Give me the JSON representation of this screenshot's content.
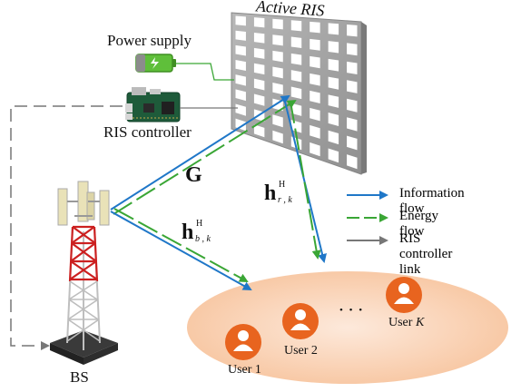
{
  "labels": {
    "active_ris": "Active RIS",
    "power_supply": "Power supply",
    "ris_controller": "RIS controller",
    "bs": "BS",
    "channel_g": "G",
    "h_r_base": "h",
    "h_r_sup": "H",
    "h_r_sub": "r , k",
    "h_b_base": "h",
    "h_b_sup": "H",
    "h_b_sub": "b , k",
    "user1": "User 1",
    "user2": "User 2",
    "userk_prefix": "User ",
    "userk_var": "K",
    "ellipsis": "• • •"
  },
  "legend": [
    {
      "label": "Information flow",
      "color": "#1f77c8",
      "style": "solid"
    },
    {
      "label": "Energy flow",
      "color": "#3aa635",
      "style": "dashed"
    },
    {
      "label": "RIS controller link",
      "color": "#777777",
      "style": "solid"
    }
  ],
  "colors": {
    "information": "#1f77c8",
    "energy": "#3aa635",
    "controller": "#777777",
    "user_icon": "#e8641f",
    "user_area": "#fbd9c1",
    "ris_panel": "#a9a9a9",
    "tower_red": "#cc2020"
  }
}
